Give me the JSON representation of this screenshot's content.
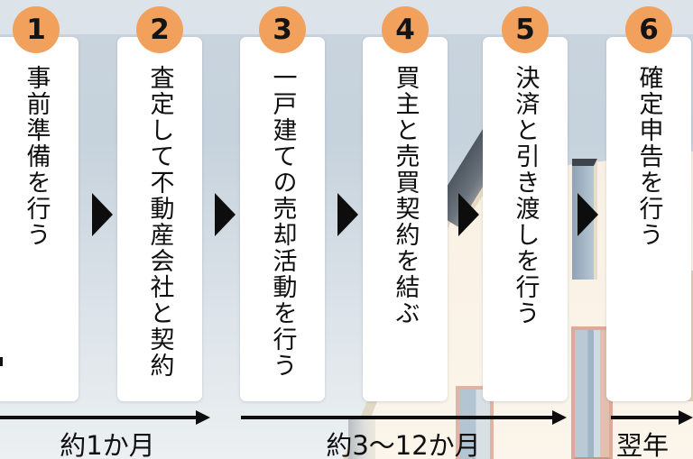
{
  "steps": [
    {
      "number": "1",
      "label": "事前準備を行う"
    },
    {
      "number": "2",
      "label": "査定して不動産会社と契約"
    },
    {
      "number": "3",
      "label": "一戸建ての売却活動を行う"
    },
    {
      "number": "4",
      "label": "買主と売買契約を結ぶ"
    },
    {
      "number": "5",
      "label": "決済と引き渡しを行う"
    },
    {
      "number": "6",
      "label": "確定申告を行う"
    }
  ],
  "timeline": [
    {
      "label": "約1か月"
    },
    {
      "label": "約3〜12か月"
    },
    {
      "label": "翌年"
    }
  ],
  "icons": {
    "step_connector": "right-triangle-arrow",
    "timeline_connector": "right-arrow"
  },
  "colors": {
    "badge_orange": "#F2A15C",
    "text_black": "#101010",
    "card_white": "#FFFFFF",
    "sky_top": "#C9D4DE",
    "sky_bottom": "#ECF0F2",
    "building_cream": "#F8EFE2",
    "roof_slate": "#4E5760"
  }
}
